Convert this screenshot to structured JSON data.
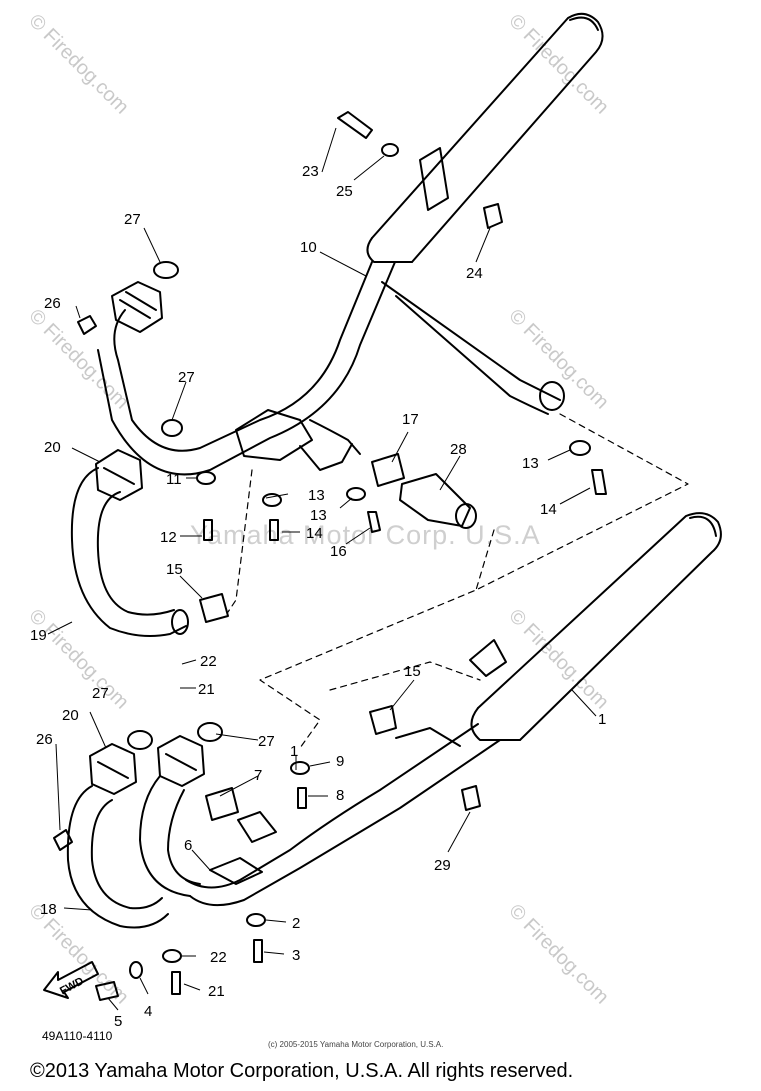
{
  "diagram": {
    "part_code": "49A110-4110",
    "fine_print": "(c) 2005-2015 Yamaha Motor Corporation, U.S.A.",
    "copyright": "©2013 Yamaha Motor Corporation, U.S.A. All rights reserved.",
    "watermark_center": "Yamaha Motor Corp. U.S.A",
    "watermark_tile": "© Firedog.com",
    "fwd_label": "FWD",
    "callouts": [
      "23",
      "25",
      "27",
      "26",
      "10",
      "24",
      "27",
      "20",
      "11",
      "12",
      "13",
      "14",
      "13",
      "16",
      "17",
      "28",
      "13",
      "14",
      "15",
      "19",
      "22",
      "21",
      "27",
      "20",
      "26",
      "27",
      "7",
      "9",
      "8",
      "1",
      "15",
      "1",
      "6",
      "18",
      "2",
      "3",
      "22",
      "4",
      "21",
      "5",
      "29"
    ]
  }
}
